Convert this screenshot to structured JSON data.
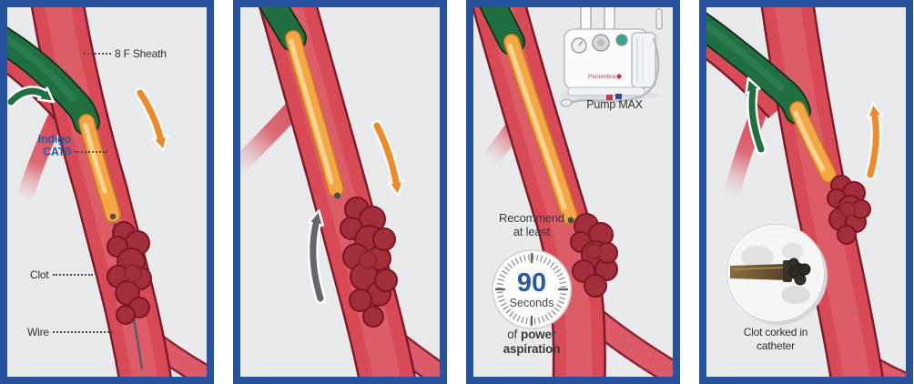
{
  "figure": {
    "description": "Four-step aspiration thrombectomy sequence",
    "colors": {
      "panel_border": "#27529d",
      "panel_background": "#e9eaeb",
      "vessel_red": "#d94a57",
      "vessel_outline": "#7d1b2c",
      "sheath_green": "#1f6f41",
      "catheter_orange": "#f5a645",
      "clot_red": "#a22f3a",
      "wire_gray": "#515e66",
      "arrow_orange": "#f08a28",
      "arrow_green": "#1f6f41",
      "arrow_gray": "#63686c",
      "label_text": "#2f2f31",
      "indigo_blue": "#2b5aa5",
      "brand_red": "#c43a42"
    }
  },
  "panels": [
    {
      "name": "access",
      "labels": {
        "sheath": "8 F Sheath",
        "device_line1": "Indigo",
        "device_line2": "CAT8",
        "clot": "Clot",
        "wire": "Wire"
      }
    },
    {
      "name": "advance"
    },
    {
      "name": "aspirate",
      "pump": {
        "label": "Pump MAX",
        "brand": "Penumbra"
      },
      "recommend": {
        "line1": "Recommend",
        "line2": "at least"
      },
      "timer": {
        "value": "90",
        "unit": "Seconds"
      },
      "power": {
        "pre": "of",
        "bold1": "power",
        "bold2": "aspiration"
      }
    },
    {
      "name": "retract",
      "inset": {
        "caption_line1": "Clot corked in",
        "caption_line2": "catheter"
      }
    }
  ]
}
